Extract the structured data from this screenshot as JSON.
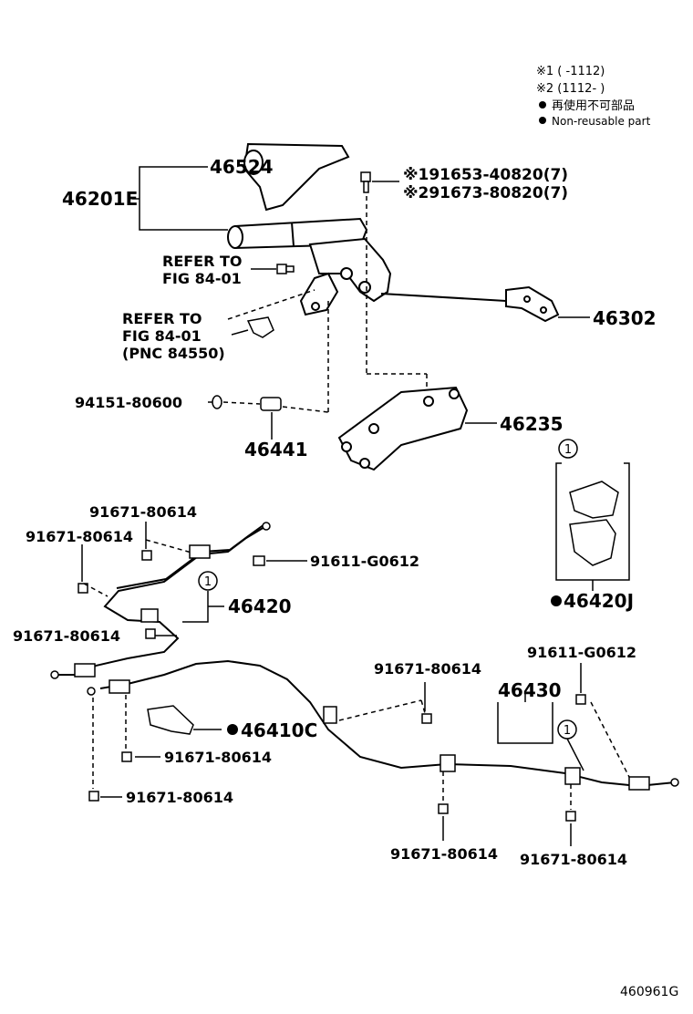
{
  "legend": {
    "note1": "※1 (    -1112)",
    "note2": "※2 (1112-    )",
    "jp": "再使用不可部品",
    "en": "Non-reusable part"
  },
  "labels": {
    "p46524": "46524",
    "p46201E": "46201E",
    "bolt1": "※191653-40820(7)",
    "bolt2": "※291673-80820(7)",
    "refer1_a": "REFER TO",
    "refer1_b": "FIG 84-01",
    "refer2_a": "REFER TO",
    "refer2_b": "FIG 84-01",
    "refer2_c": "(PNC 84550)",
    "p46302": "46302",
    "p94151": "94151-80600",
    "p46235": "46235",
    "p46441": "46441",
    "circ1": "1",
    "p46420J": "46420J",
    "b91671_a": "91671-80614",
    "b91671_b": "91671-80614",
    "b91611_a": "91611-G0612",
    "circ2": "1",
    "p46420": "46420",
    "b91671_c": "91671-80614",
    "b91671_d": "91671-80614",
    "b91611_b": "91611-G0612",
    "p46430": "46430",
    "circ3": "1",
    "p46410C": "46410C",
    "b91671_e": "91671-80614",
    "b91671_f": "91671-80614",
    "b91671_g": "91671-80614",
    "b91671_h": "91671-80614",
    "figno": "460961G"
  }
}
